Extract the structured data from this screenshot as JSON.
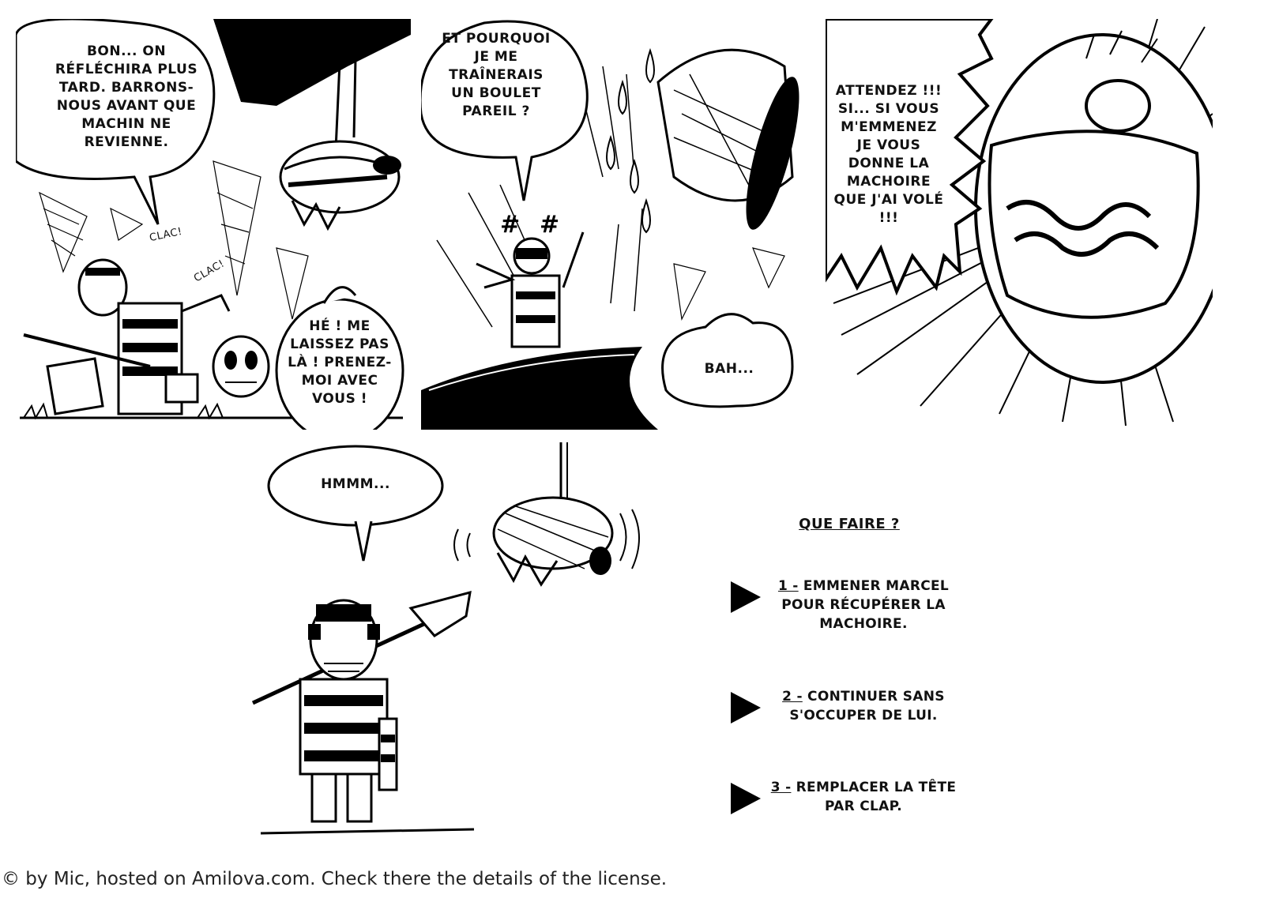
{
  "panels": {
    "p1": {
      "bubble_top": "Bon... on réfléchira plus tard. Barrons-nous avant que machin ne revienne.",
      "sfx_1": "CLAC!",
      "sfx_2": "CLAC!",
      "bubble_bottom": "Hé ! me laissez pas là ! prenez-moi avec vous !"
    },
    "p2": {
      "bubble_top": "Et pourquoi je me traînerais un boulet pareil ?",
      "bubble_bottom": "Bah..."
    },
    "p3": {
      "bubble": "Attendez !!! Si... si vous m'emmenez je vous donne la machoire que j'ai volé !!!"
    },
    "p4": {
      "bubble": "Hmmm..."
    }
  },
  "choices": {
    "title": "QUE FAIRE ?",
    "items": [
      {
        "num": "1 -",
        "text": "EMMENER MARCEL POUR RÉCUPÉRER LA MACHOIRE."
      },
      {
        "num": "2 -",
        "text": "CONTINUER SANS S'OCCUPER DE LUI."
      },
      {
        "num": "3 -",
        "text": "REMPLACER LA TÊTE PAR CLAP."
      }
    ]
  },
  "footer": "© by Mic, hosted on Amilova.com. Check there the details of the license."
}
